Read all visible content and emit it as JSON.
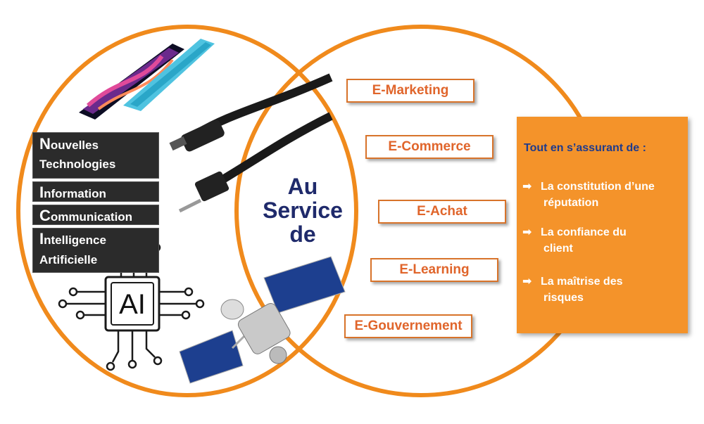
{
  "left_terms": [
    {
      "first": "N",
      "rest": "ouvelles",
      "second_line": "Technologies"
    },
    {
      "first": "I",
      "rest": "nformation"
    },
    {
      "first": "C",
      "rest": "ommunication"
    },
    {
      "first": "I",
      "rest": "ntelligence",
      "second_line": "Artificielle"
    }
  ],
  "center": {
    "line1": "Au",
    "line2": "Service",
    "line3": "de"
  },
  "ai_chip_label": "AI",
  "services": [
    "E-Marketing",
    "E-Commerce",
    "E-Achat",
    "E-Learning",
    "E-Gouvernement"
  ],
  "panel": {
    "title": "Tout en s’assurant de :",
    "items": [
      {
        "line1": "La constitution d’une",
        "line2": "réputation"
      },
      {
        "line1": "La confiance du",
        "line2": "client"
      },
      {
        "line1": "La maîtrise des",
        "line2": "risques"
      }
    ],
    "arrow_icon": "➡"
  },
  "colors": {
    "circle": "#f08a1c",
    "box_border": "#d8732a",
    "box_text": "#e0652b",
    "panel": "#f4932a",
    "center_text": "#1f2a6b",
    "panel_title": "#1f3b8c"
  }
}
